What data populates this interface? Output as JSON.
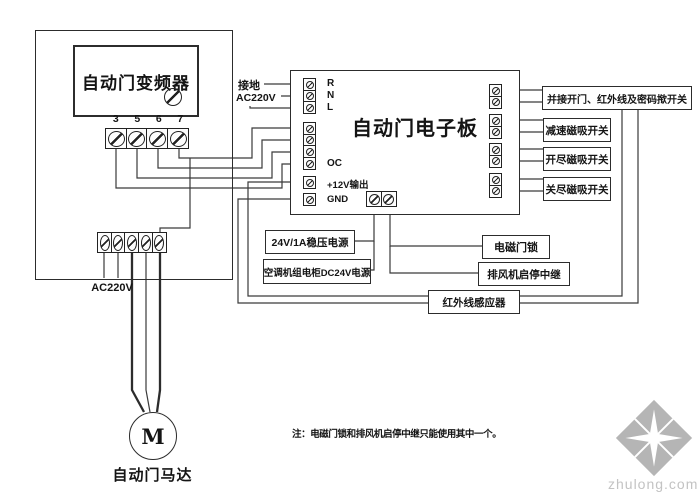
{
  "converter": {
    "title": "自动门变频器",
    "top_terminal_labels": [
      "3",
      "5",
      "6",
      "7"
    ],
    "bottom_power_label": "AC220V"
  },
  "board": {
    "title": "自动门电子板",
    "input_labels": {
      "ground": "接地",
      "ac": "AC220V"
    },
    "terminal_labels": {
      "r": "R",
      "n": "N",
      "l": "L",
      "oc": "OC",
      "v12_out": "+12V输出",
      "gnd": "GND"
    }
  },
  "right_boxes": [
    {
      "label": "并接开门、红外线及密码揿开关"
    },
    {
      "label": "减速磁吸开关"
    },
    {
      "label": "开尽磁吸开关"
    },
    {
      "label": "关尽磁吸开关"
    }
  ],
  "bottom_boxes": {
    "psu_24v": "24V/1A稳压电源",
    "psu_ac": "空调机组电柜DC24V电源",
    "door_lock": "电磁门锁",
    "fan_relay": "排风机启停中继",
    "ir_sensor": "红外线感应器"
  },
  "motor": {
    "symbol": "M",
    "label": "自动门马达"
  },
  "note": "注：电磁门锁和排风机启停中继只能使用其中一个。",
  "watermark": {
    "text": "zhulong.com"
  },
  "colors": {
    "line": "#3a3a3a",
    "text": "#141414",
    "watermark": "#b5b5b5",
    "background": "#ffffff"
  }
}
